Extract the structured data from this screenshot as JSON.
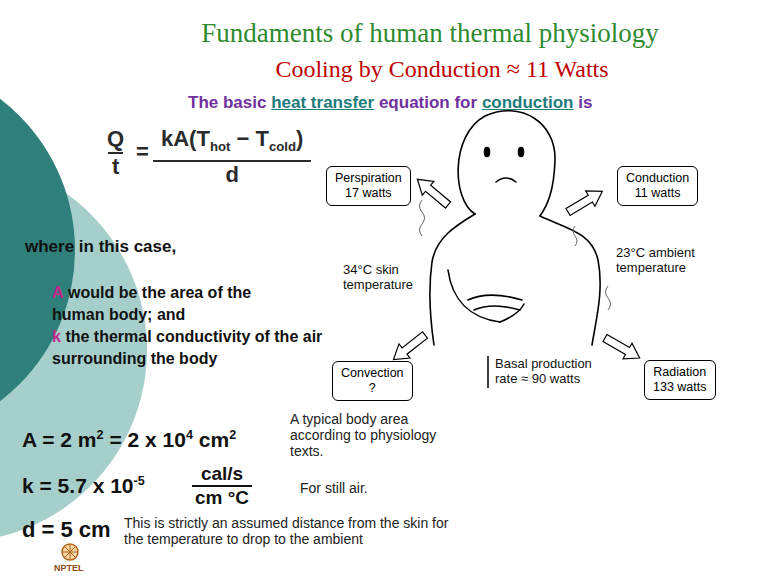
{
  "diagram": {
    "title": "Fundaments of human thermal physiology",
    "nodes": [
      {
        "text": [
          "Perspiration",
          "17 watts"
        ]
      },
      {
        "text": [
          "Conduction",
          "11 watts"
        ]
      },
      {
        "text": [
          "Convection",
          "?"
        ]
      },
      {
        "text": [
          "Radiation",
          "133 watts"
        ]
      }
    ],
    "labels": [
      "Cooling by Conduction ≈ 11 Watts",
      "The basic",
      "heat transfer",
      "equation for",
      "conduction",
      "is",
      "Q",
      "t",
      "=",
      "kA(T",
      "hot",
      "− T",
      "cold",
      ")",
      "d",
      "where in this case,",
      "A",
      "would be the area of the human body; and",
      "k",
      "the thermal conductivity of the air surrounding the body",
      "A = 2 m",
      "2",
      "= 2 x 10",
      "4",
      "cm",
      "2",
      "A typical body area according to physiology texts.",
      "k = 5.7 x 10",
      "-5",
      "cal/s",
      "cm °C",
      "For still air.",
      "d = 5 cm",
      "This is strictly an assumed distance from the skin for the temperature to drop to the ambient",
      "34°C skin temperature",
      "23°C ambient temperature",
      "Basal production rate ≈ 90 watts",
      "NPTEL"
    ]
  }
}
